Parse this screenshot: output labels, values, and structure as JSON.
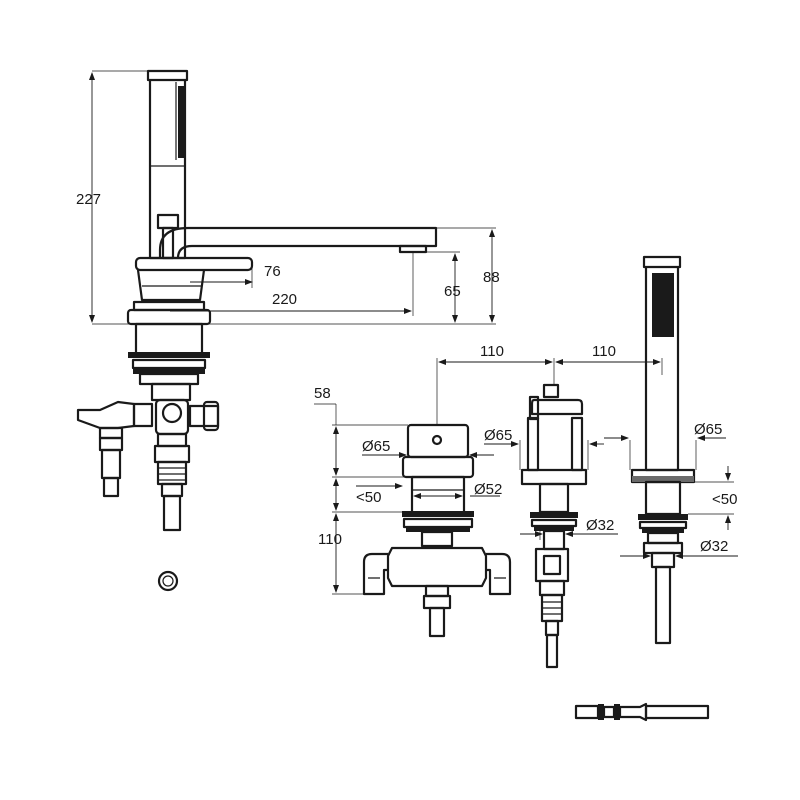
{
  "dimensions": {
    "height_total": "227",
    "spout_height": "88",
    "spout_clearance": "65",
    "lever_offset": "76",
    "spout_reach": "220",
    "hole_spacing_left": "110",
    "hole_spacing_right": "110",
    "body_offset": "58",
    "diam_65_a": "Ø65",
    "diam_65_b": "Ø65",
    "diam_65_c": "Ø65",
    "max_deck_a": "<50",
    "max_deck_b": "<50",
    "diam_52": "Ø52",
    "diam_32_a": "Ø32",
    "diam_32_b": "Ø32",
    "body_depth": "110"
  }
}
